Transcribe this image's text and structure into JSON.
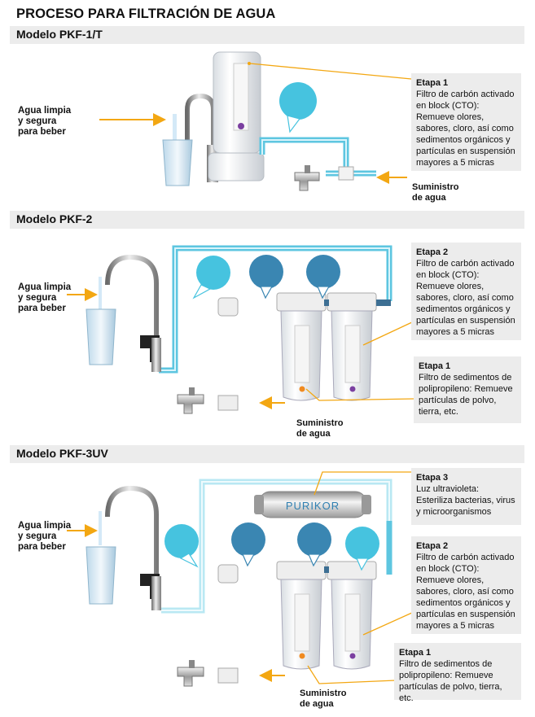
{
  "title": "PROCESO PARA FILTRACIÓN DE AGUA",
  "colors": {
    "pipe": "#5ec6e0",
    "pipe_light": "#b9e8f3",
    "pipe_dark": "#3d6f93",
    "arrow": "#f3a712",
    "bubble_light": "#46c3df",
    "bubble_mid": "#3a86b2",
    "panel": "#ececec"
  },
  "sections": [
    {
      "model": "Modelo PKF-1/T",
      "output_label": "Agua limpia\ny segura\npara beber",
      "supply_label": "Suministro\nde agua",
      "stages": [
        {
          "stage": "Etapa 1",
          "text": "Filtro de carbón activado en block (CTO): Remueve olores, sabores, cloro, así como sedimentos orgánicos y partículas en suspensión mayores a 5 micras"
        }
      ]
    },
    {
      "model": "Modelo PKF-2",
      "output_label": "Agua limpia\ny segura\npara beber",
      "supply_label": "Suministro\nde agua",
      "stages": [
        {
          "stage": "Etapa 2",
          "text": "Filtro de carbón activado en block (CTO): Remueve olores, sabores, cloro, así como sedimentos orgánicos y partículas en suspensión mayores a 5 micras"
        },
        {
          "stage": "Etapa 1",
          "text": "Filtro de sedimentos de polipropileno: Remueve partículas de polvo, tierra, etc."
        }
      ]
    },
    {
      "model": "Modelo PKF-3UV",
      "output_label": "Agua limpia\ny segura\npara beber",
      "supply_label": "Suministro\nde agua",
      "uv_brand": "PURIKOR",
      "stages": [
        {
          "stage": "Etapa 3",
          "text": "Luz ultravioleta: Esteriliza bacterias, virus y microorganismos"
        },
        {
          "stage": "Etapa 2",
          "text": "Filtro de carbón activado en block (CTO): Remueve olores, sabores, cloro, así como sedimentos orgánicos y partículas en suspensión mayores a 5 micras"
        },
        {
          "stage": "Etapa 1",
          "text": "Filtro de sedimentos de polipropileno: Remueve partículas de polvo, tierra, etc."
        }
      ]
    }
  ]
}
